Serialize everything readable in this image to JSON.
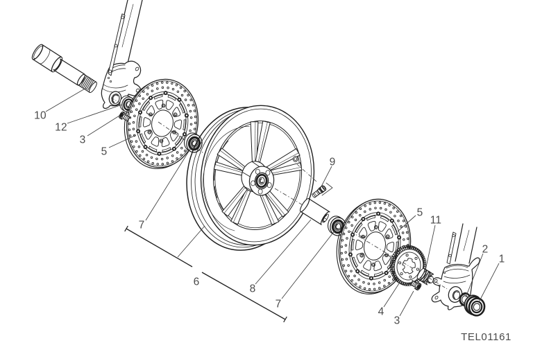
{
  "figure": {
    "code": "TEL01161"
  },
  "callouts": [
    {
      "text": "10"
    },
    {
      "text": "12"
    },
    {
      "text": "3"
    },
    {
      "text": "5"
    },
    {
      "text": "7"
    },
    {
      "text": "6"
    },
    {
      "text": "9"
    },
    {
      "text": "8"
    },
    {
      "text": "7"
    },
    {
      "text": "5"
    },
    {
      "text": "11"
    },
    {
      "text": "4"
    },
    {
      "text": "3"
    },
    {
      "text": "2"
    },
    {
      "text": "1"
    }
  ]
}
